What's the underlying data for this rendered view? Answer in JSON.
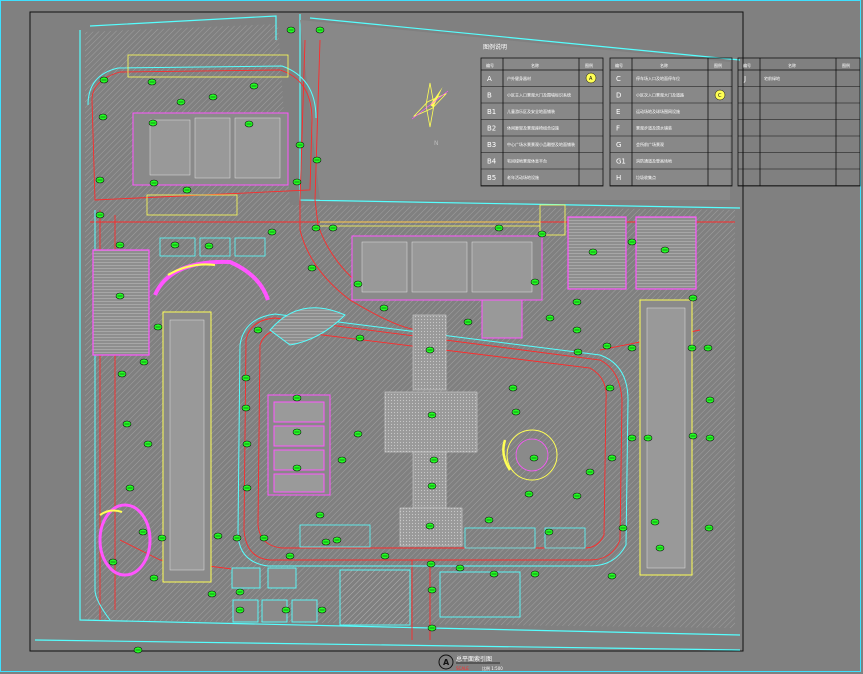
{
  "legend": {
    "title": "图例说明",
    "header_no": "编号",
    "header_name": "名称",
    "header_symbol": "图例",
    "col1": [
      {
        "code": "A",
        "desc": "户外健身器材"
      },
      {
        "code": "B",
        "desc": "小区主入口景观大门及围墙标识系统"
      },
      {
        "code": "B1",
        "desc": "儿童游乐区及安全地面铺装"
      },
      {
        "code": "B2",
        "desc": "休闲廊架及景观座椅组合设施"
      },
      {
        "code": "B3",
        "desc": "中心广场水景景观小品雕塑及地面铺装"
      },
      {
        "code": "B4",
        "desc": "宅间绿地景观休息平台"
      },
      {
        "code": "B5",
        "desc": "老年活动场地设施"
      }
    ],
    "col2": [
      {
        "code": "C",
        "desc": "停车场入口及地面停车位"
      },
      {
        "code": "D",
        "desc": "小区次入口景观大门及道路"
      },
      {
        "code": "E",
        "desc": "运动场地及球场围网设施"
      },
      {
        "code": "F",
        "desc": "景观步道及透水铺装"
      },
      {
        "code": "G",
        "desc": "会所前广场景观"
      },
      {
        "code": "G1",
        "desc": "消防通道及登高场地"
      },
      {
        "code": "H",
        "desc": "垃圾收集点"
      }
    ],
    "col3": [
      {
        "code": "J",
        "desc": "宅前绿地"
      }
    ],
    "symbol_a": "A",
    "symbol_c": "C"
  },
  "title_block": {
    "marker": "A",
    "title": "总平面索引图",
    "scale_label": "比例 1:500",
    "subtitle": "SCALE"
  },
  "compass": {
    "label": "N"
  },
  "colors": {
    "background": "#808080",
    "frame": "#3fe0ff",
    "road_red": "#ff2a2a",
    "building": "#ff55ff",
    "yellow": "#ffff55",
    "cyan": "#55ffff",
    "marker_green": "#22ff22"
  }
}
